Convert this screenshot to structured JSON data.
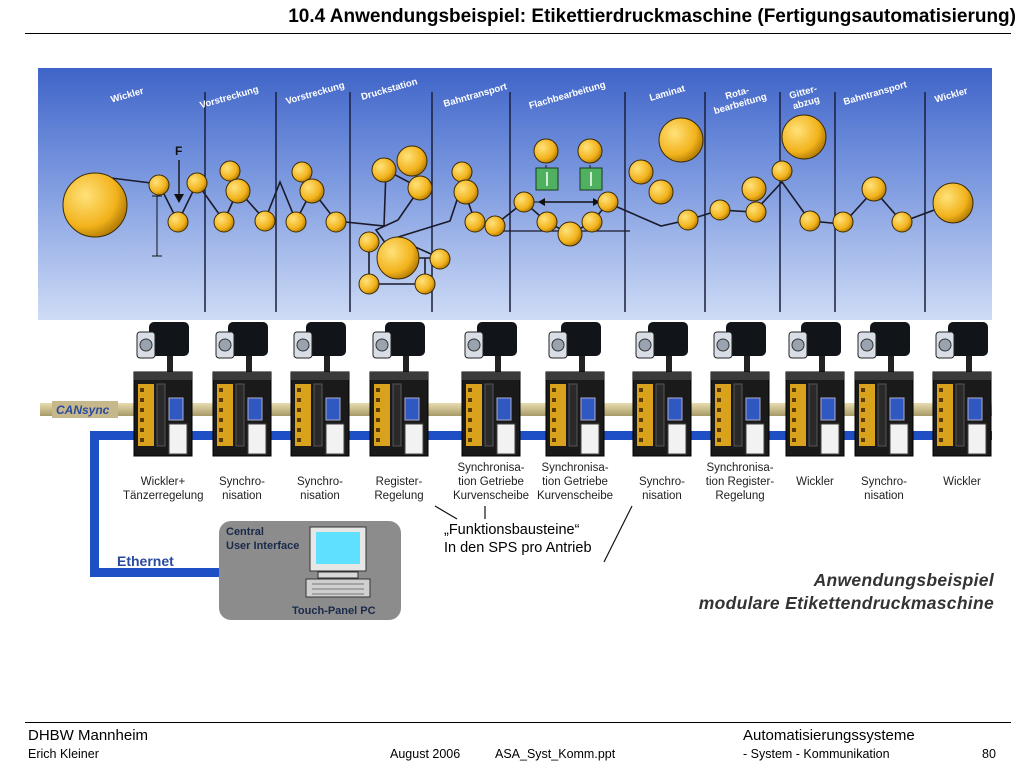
{
  "slide": {
    "title": "10.4 Anwendungsbeispiel: Etikettierdruckmaschine (Fertigungsautomatisierung)"
  },
  "stations": [
    "Wickler",
    "Vorstreckung",
    "Vorstreckung",
    "Druckstation",
    "Bahntransport",
    "Flachbearbeitung",
    "Laminat",
    "Rota-\nbearbeitung",
    "Gitter-\nabzug",
    "Bahntransport",
    "Wickler"
  ],
  "tension_label": "F",
  "bus": {
    "can_label": "CANsync",
    "ethernet_label": "Ethernet"
  },
  "drives": [
    "Wickler+\nTänzerregelung",
    "Synchro-\nnisation",
    "Synchro-\nnisation",
    "Register-\nRegelung",
    "Synchronisa-\ntion Getriebe\nKurvenscheibe",
    "Synchronisa-\ntion Getriebe\nKurvenscheibe",
    "Synchro-\nnisation",
    "Synchronisa-\ntion Register-\nRegelung",
    "Wickler",
    "Synchro-\nnisation",
    "Wickler"
  ],
  "pc": {
    "label1": "Central",
    "label2": "User Interface",
    "label3": "Touch-Panel PC"
  },
  "annotation": {
    "line1": "„Funktionsbausteine“",
    "line2": "In den SPS pro Antrieb"
  },
  "caption": {
    "line1": "Anwendungsbeispiel",
    "line2": "modulare Etikettendruckmaschine"
  },
  "footer": {
    "org": "DHBW  Mannheim",
    "author": "Erich Kleiner",
    "date": "August 2006",
    "file": "ASA_Syst_Komm.ppt",
    "course": "Automatisierungssysteme",
    "topic": "- System - Kommunikation",
    "page": "80"
  },
  "colors": {
    "panel_top": "#3f64c8",
    "panel_bottom": "#cfdcf6",
    "roller": "#f2b21b",
    "bus_blue": "#1f4fc4",
    "can_bar": "#c6b88a",
    "pc_panel": "#8c8c8c"
  }
}
